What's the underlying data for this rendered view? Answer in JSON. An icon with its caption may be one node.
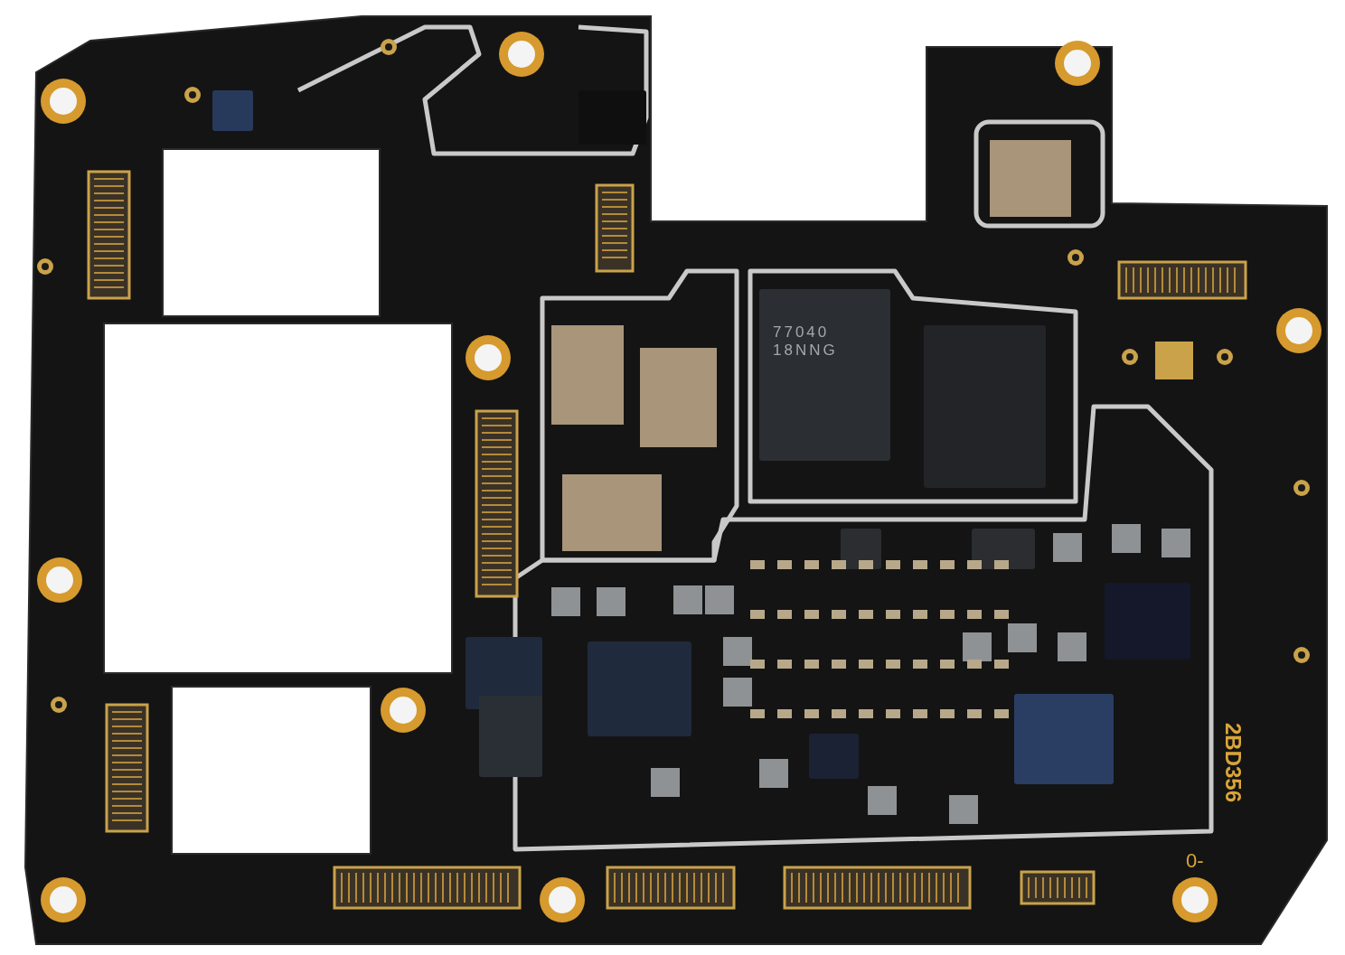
{
  "diagram": {
    "labels": [
      "77040 18NNG",
      "2BD356",
      "0-"
    ]
  }
}
